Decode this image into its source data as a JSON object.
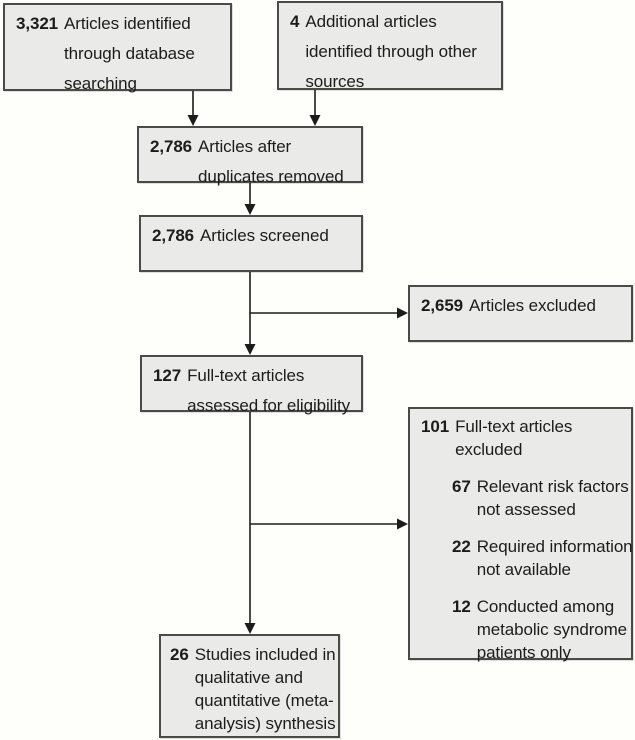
{
  "colors": {
    "background": "#fefefa",
    "box_fill": "#eaeae8",
    "box_border": "#4a4a4a",
    "text": "#1c1c1c",
    "arrow": "#1c1c1c"
  },
  "boxes": {
    "identified_db": {
      "number": "3,321",
      "lines": [
        "Articles identified",
        "through database",
        "searching"
      ]
    },
    "identified_other": {
      "number": "4",
      "lines": [
        "Additional articles",
        "identified through other",
        "sources"
      ]
    },
    "after_duplicates": {
      "number": "2,786",
      "lines": [
        "Articles after",
        "duplicates removed"
      ]
    },
    "screened": {
      "number": "2,786",
      "lines": [
        "Articles screened"
      ]
    },
    "excluded": {
      "number": "2,659",
      "lines": [
        "Articles excluded"
      ]
    },
    "fulltext_assessed": {
      "number": "127",
      "lines": [
        "Full-text articles",
        "assessed for eligibility"
      ]
    },
    "fulltext_excluded": {
      "number": "101",
      "lines": [
        "Full-text articles",
        "excluded"
      ],
      "reasons": [
        {
          "number": "67",
          "lines": [
            "Relevant risk factors",
            "not assessed"
          ]
        },
        {
          "number": "22",
          "lines": [
            "Required information",
            "not available"
          ]
        },
        {
          "number": "12",
          "lines": [
            "Conducted among",
            "metabolic syndrome",
            "patients only"
          ]
        }
      ]
    },
    "included": {
      "number": "26",
      "lines": [
        "Studies included in",
        "qualitative and",
        "quantitative (meta-",
        "analysis) synthesis"
      ]
    }
  },
  "edges": [
    {
      "from": "identified_db",
      "to": "after_duplicates"
    },
    {
      "from": "identified_other",
      "to": "after_duplicates"
    },
    {
      "from": "after_duplicates",
      "to": "screened"
    },
    {
      "from": "screened",
      "to": "fulltext_assessed"
    },
    {
      "from": "screened",
      "to": "excluded"
    },
    {
      "from": "fulltext_assessed",
      "to": "included"
    },
    {
      "from": "fulltext_assessed",
      "to": "fulltext_excluded"
    }
  ]
}
